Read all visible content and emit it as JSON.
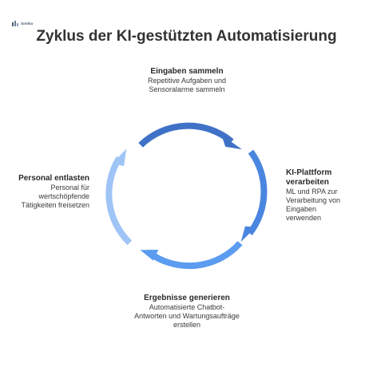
{
  "logo": {
    "text": "Smitko"
  },
  "title": "Zyklus der KI-gestützten Automatisierung",
  "steps": [
    {
      "heading": "Eingaben sammeln",
      "description": "Repetitive Aufgaben und Sensoralarme sammeln"
    },
    {
      "heading": "KI-Plattform verarbeiten",
      "description": "ML und RPA zur Verarbeitung von Eingaben verwenden"
    },
    {
      "heading": "Ergebnisse generieren",
      "description": "Automatisierte Chatbot-Antworten und Wartungsaufträge erstellen"
    },
    {
      "heading": "Personal entlasten",
      "description": "Personal für wertschöpfende Tätigkeiten freisetzen"
    }
  ],
  "colors": {
    "arc_top": "#3f72c7",
    "arc_right": "#4a86df",
    "arc_bottom": "#5b9cf0",
    "arc_left": "#9fc4f6",
    "title": "#333333"
  }
}
